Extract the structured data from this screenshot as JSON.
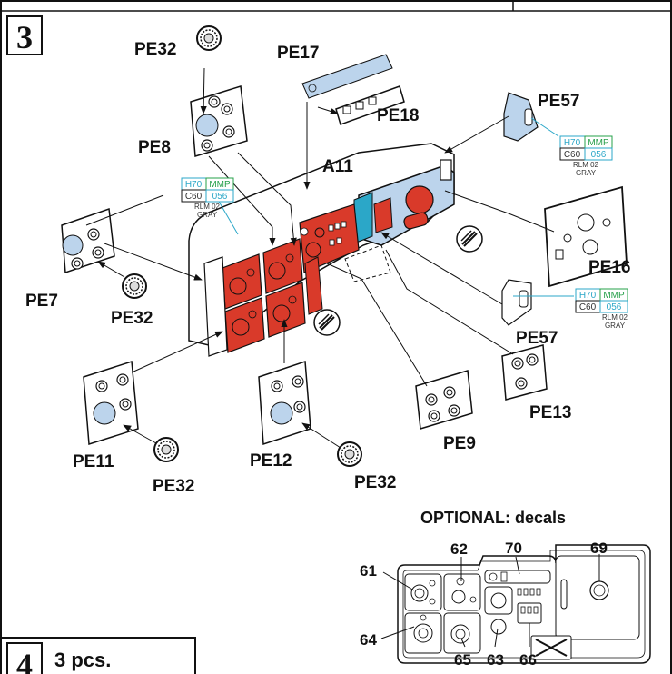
{
  "step3": {
    "number": "3",
    "labels": {
      "pe32_top": "PE32",
      "pe17": "PE17",
      "pe18": "PE18",
      "pe8": "PE8",
      "a11": "A11",
      "pe57_top": "PE57",
      "pe57_bottom": "PE57",
      "pe16": "PE16",
      "pe7": "PE7",
      "pe32_left": "PE32",
      "pe13": "PE13",
      "pe9": "PE9",
      "pe11": "PE11",
      "pe12": "PE12",
      "pe32_bottom_left": "PE32",
      "pe32_bottom_mid": "PE32"
    },
    "paint_callouts": [
      {
        "h": "H70",
        "mmp": "MMP",
        "c": "C60",
        "code": "056",
        "rlm": "RLM 02",
        "gray": "GRAY"
      },
      {
        "h": "H70",
        "mmp": "MMP",
        "c": "C60",
        "code": "056",
        "rlm": "RLM 02",
        "gray": "GRAY"
      },
      {
        "h": "H70",
        "mmp": "MMP",
        "c": "C60",
        "code": "056",
        "rlm": "RLM 02",
        "gray": "GRAY"
      }
    ],
    "colors": {
      "red": "#d93a2a",
      "blue_gray": "#bcd4ec",
      "cyan": "#2ba7c8",
      "green": "#26a04a"
    }
  },
  "optional": {
    "title": "OPTIONAL: decals",
    "decal_numbers": {
      "d61": "61",
      "d62": "62",
      "d70": "70",
      "d69": "69",
      "d64": "64",
      "d65": "65",
      "d63": "63",
      "d66": "66"
    }
  },
  "step4": {
    "number": "4",
    "qty": "3 pcs."
  }
}
